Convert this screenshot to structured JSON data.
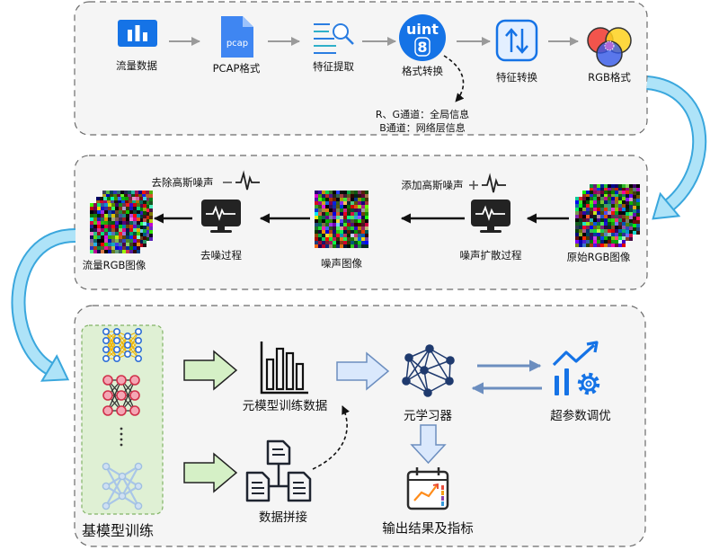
{
  "stage1": {
    "steps": [
      {
        "label": "流量数据",
        "icon": "bar-chart-icon"
      },
      {
        "label": "PCAP格式",
        "icon": "pcap-file-icon",
        "icon_text": "pcap"
      },
      {
        "label": "特征提取",
        "icon": "feature-extract-icon"
      },
      {
        "label": "格式转换",
        "icon": "uint8-icon",
        "icon_text": "uint",
        "icon_digit": "8"
      },
      {
        "label": "特征转换",
        "icon": "swap-arrows-icon"
      },
      {
        "label": "RGB格式",
        "icon": "rgb-circles-icon"
      }
    ],
    "channel_note": [
      "R、G通道：全局信息",
      "B通道：网络层信息"
    ]
  },
  "stage2": {
    "denoise_hint": "去除高斯噪声",
    "add_noise_hint": "添加高斯噪声",
    "nodes": [
      {
        "label": "流量RGB图像",
        "icon": "image-stack-icon"
      },
      {
        "label": "去噪过程",
        "icon": "monitor-pulse-icon"
      },
      {
        "label": "噪声图像",
        "icon": "noise-image-icon"
      },
      {
        "label": "噪声扩散过程",
        "icon": "monitor-pulse-icon"
      },
      {
        "label": "原始RGB图像",
        "icon": "image-stack-icon"
      }
    ]
  },
  "stage3": {
    "base_models_label": "基模型训练",
    "meta_training_data": "元模型训练数据",
    "data_concat": "数据拼接",
    "meta_learner": "元学习器",
    "hyperparam_tuning": "超参数调优",
    "output": "输出结果及指标"
  },
  "colors": {
    "primary_blue": "#1573e6",
    "panel_bg": "#f5f5f5",
    "arrow_gray": "#9a9a9a",
    "flow_arrow": "#aee3f8",
    "flow_arrow_edge": "#3aa7dd",
    "meta_arrow": "#6c8ebf",
    "base_model_bg": "#dff0d4",
    "green_arrow": "#d5f0c6",
    "light_blue_arrow": "#dae8fc"
  }
}
